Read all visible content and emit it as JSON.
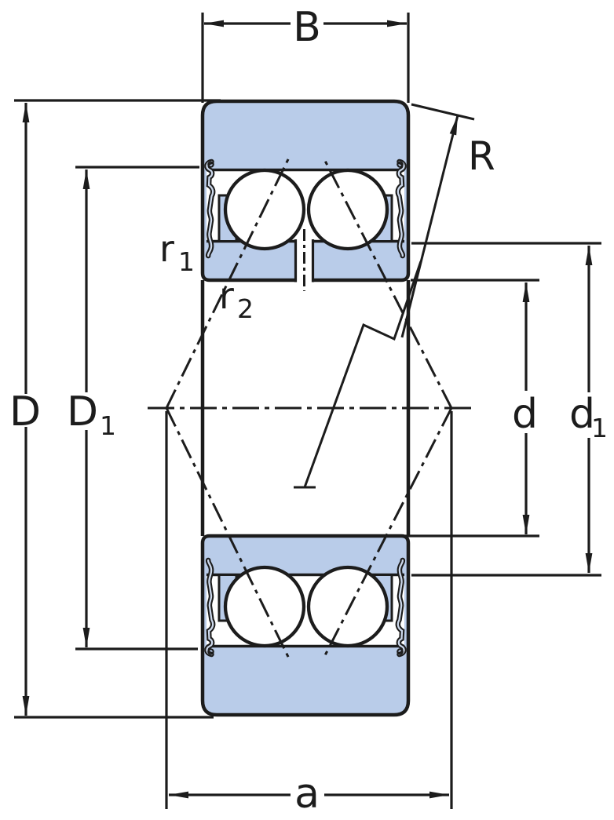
{
  "diagram": {
    "kind": "double-row angular contact ball bearing cross-section",
    "dimension_labels": [
      "B",
      "R",
      "r1",
      "r2",
      "D",
      "D1",
      "d",
      "d1",
      "a"
    ]
  },
  "labels": {
    "B": "B",
    "R": "R",
    "a": "a",
    "D": "D",
    "d": "d",
    "r1": {
      "base": "r",
      "sub": "1"
    },
    "r2": {
      "base": "r",
      "sub": "2"
    },
    "D1": {
      "base": "D",
      "sub": "1"
    },
    "d1": {
      "base": "d",
      "sub": "1"
    }
  },
  "colors": {
    "ring_fill": "#b9cce9",
    "line_color": "#1c1c1c",
    "seal_highlight": "#ccd8eb",
    "background": "#ffffff"
  }
}
